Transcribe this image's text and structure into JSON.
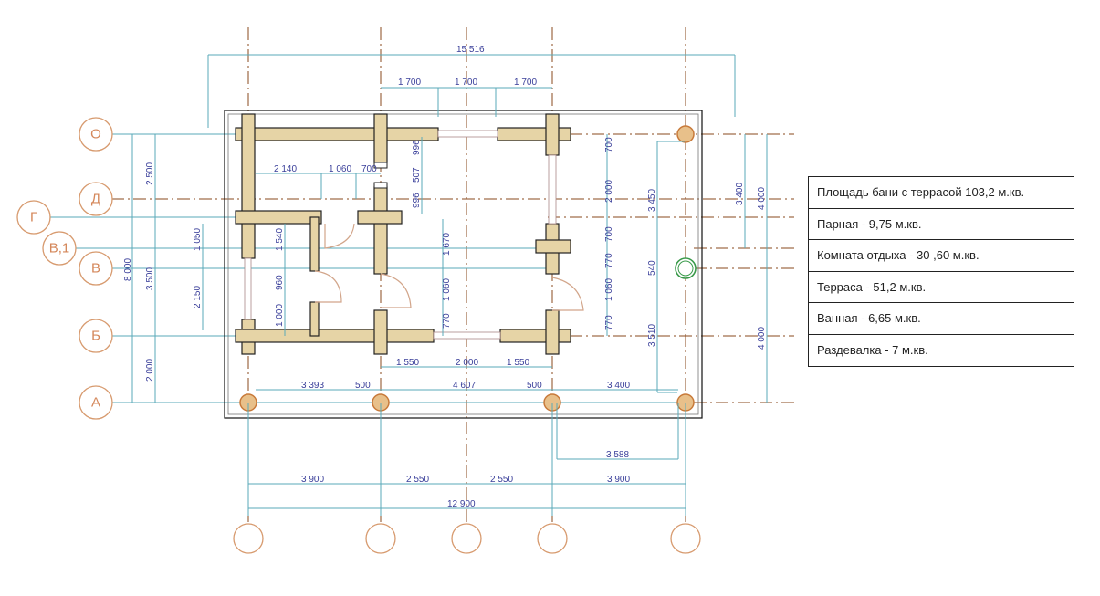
{
  "axes": {
    "rows": [
      "О",
      "Д",
      "Г",
      "В,1",
      "В",
      "Б",
      "А"
    ]
  },
  "dims": {
    "top_total": "15 516",
    "top_a": "1 700",
    "top_b": "1 700",
    "top_c": "1 700",
    "in_2140": "2 140",
    "in_1060": "1 060",
    "in_700": "700",
    "v996a": "996",
    "v507": "507",
    "v996b": "996",
    "v1540": "1 540",
    "v960": "960",
    "v1000": "1 000",
    "v1670": "1 670",
    "v1060": "1 060",
    "v770": "770",
    "r700a": "700",
    "r2000": "2 000",
    "r700b": "700",
    "r770a": "770",
    "r1060": "1 060",
    "r770b": "770",
    "r3450": "3 450",
    "r540": "540",
    "r3510": "3 510",
    "r3400": "3 400",
    "r4000a": "4 000",
    "r4000b": "4 000",
    "l2500": "2 500",
    "l8000": "8 000",
    "l3500": "3 500",
    "l2000": "2 000",
    "l1050": "1 050",
    "l2150": "2 150",
    "b1550a": "1 550",
    "b2000": "2 000",
    "b1550b": "1 550",
    "c3393": "3 393",
    "c500a": "500",
    "c4607": "4 607",
    "c500b": "500",
    "c3400": "3 400",
    "d3588": "3 588",
    "e3900a": "3 900",
    "e2550a": "2 550",
    "e2550b": "2 550",
    "e3900b": "3 900",
    "total": "12 900"
  },
  "legend": [
    "Площадь бани с террасой 103,2 м.кв.",
    "Парная - 9,75 м.кв.",
    "Комната отдыха - 30 ,60 м.кв.",
    "Терраса - 51,2 м.кв.",
    "Ванная - 6,65 м.кв.",
    "Раздевалка - 7 м.кв."
  ]
}
